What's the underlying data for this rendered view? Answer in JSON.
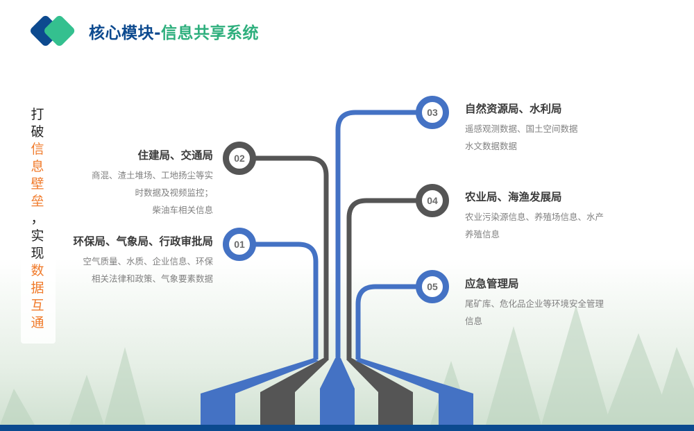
{
  "header": {
    "title_part1": "核心模块-",
    "title_part2": "信息共享系统"
  },
  "slogan": {
    "chars": [
      {
        "c": "打",
        "orange": false
      },
      {
        "c": "破",
        "orange": false
      },
      {
        "c": "信",
        "orange": true
      },
      {
        "c": "息",
        "orange": true
      },
      {
        "c": "壁",
        "orange": true
      },
      {
        "c": "垒",
        "orange": true
      },
      {
        "c": "，",
        "orange": false
      },
      {
        "c": "实",
        "orange": false
      },
      {
        "c": "现",
        "orange": false
      },
      {
        "c": "数",
        "orange": true
      },
      {
        "c": "据",
        "orange": true
      },
      {
        "c": "互",
        "orange": true
      },
      {
        "c": "通",
        "orange": true
      }
    ]
  },
  "colors": {
    "blue": "#4472c4",
    "gray": "#555555",
    "navy": "#0b4a8f",
    "green": "#2eaf7d",
    "orange": "#f07a2a"
  },
  "nodes": [
    {
      "num": "01",
      "title": "环保局、气象局、行政审批局",
      "lines": [
        "空气质量、水质、企业信息、环保",
        "相关法律和政策、气象要素数据"
      ]
    },
    {
      "num": "02",
      "title": "住建局、交通局",
      "lines": [
        "商混、渣土堆场、工地扬尘等实",
        "时数据及视频监控；",
        "柴油车相关信息"
      ]
    },
    {
      "num": "03",
      "title": "自然资源局、水利局",
      "lines": [
        "遥感观测数据、国土空间数据",
        "水文数据数据"
      ]
    },
    {
      "num": "04",
      "title": "农业局、海渔发展局",
      "lines": [
        "农业污染源信息、养殖场信息、水产",
        "养殖信息"
      ]
    },
    {
      "num": "05",
      "title": "应急管理局",
      "lines": [
        "尾矿库、危化品企业等环境安全管理",
        "信息"
      ]
    }
  ]
}
